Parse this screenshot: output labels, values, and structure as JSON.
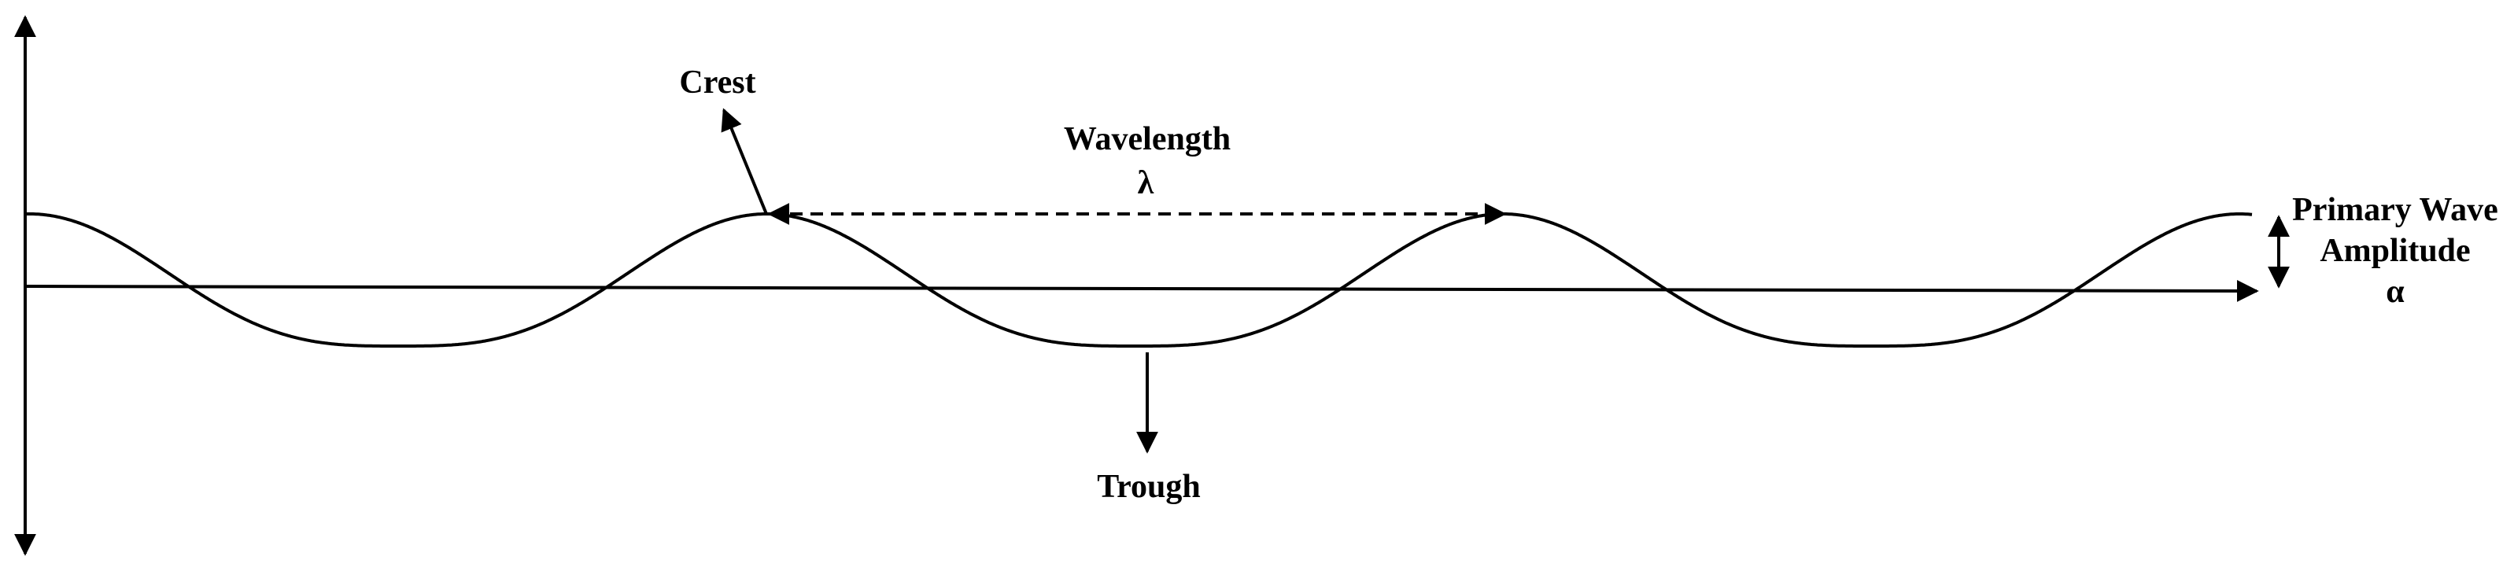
{
  "labels": {
    "crest": "Crest",
    "wavelength": "Wavelength",
    "lambda": "λ",
    "trough": "Trough",
    "amplitude_line1": "Primary Wave",
    "amplitude_line2": "Amplitude",
    "alpha": "α"
  },
  "colors": {
    "ink": "#000000",
    "background": "#ffffff"
  }
}
